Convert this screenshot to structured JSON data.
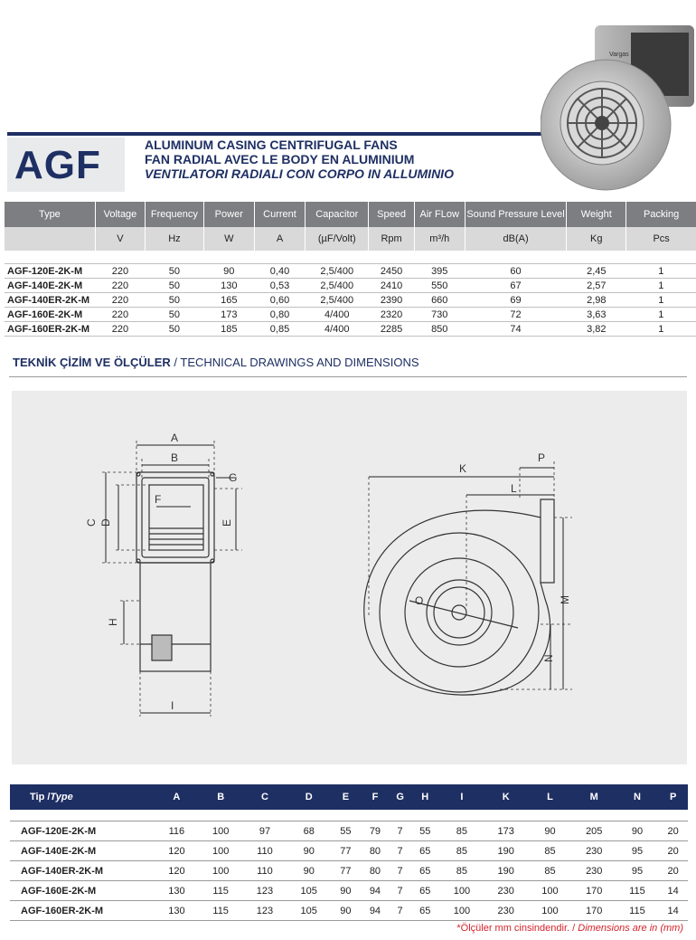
{
  "header": {
    "logo": "AGF",
    "title_tr": "ALUMINUM CASING CENTRIFUGAL FANS",
    "title_fr": "FAN RADIAL AVEC LE BODY EN ALUMINIUM",
    "title_it": "VENTILATORI RADIALI CON CORPO IN ALLUMINIO",
    "photo_brand": "Vargas"
  },
  "spec_table": {
    "headers": [
      "Type",
      "Voltage",
      "Frequency",
      "Power",
      "Current",
      "Capacitor",
      "Speed",
      "Air FLow",
      "Sound Pressure Level",
      "Weight",
      "Packing"
    ],
    "units": [
      "",
      "V",
      "Hz",
      "W",
      "A",
      "(µF/Volt)",
      "Rpm",
      "m³/h",
      "dB(A)",
      "Kg",
      "Pcs"
    ],
    "rows": [
      [
        "AGF-120E-2K-M",
        "220",
        "50",
        "90",
        "0,40",
        "2,5/400",
        "2450",
        "395",
        "60",
        "2,45",
        "1"
      ],
      [
        "AGF-140E-2K-M",
        "220",
        "50",
        "130",
        "0,53",
        "2,5/400",
        "2410",
        "550",
        "67",
        "2,57",
        "1"
      ],
      [
        "AGF-140ER-2K-M",
        "220",
        "50",
        "165",
        "0,60",
        "2,5/400",
        "2390",
        "660",
        "69",
        "2,98",
        "1"
      ],
      [
        "AGF-160E-2K-M",
        "220",
        "50",
        "173",
        "0,80",
        "4/400",
        "2320",
        "730",
        "72",
        "3,63",
        "1"
      ],
      [
        "AGF-160ER-2K-M",
        "220",
        "50",
        "185",
        "0,85",
        "4/400",
        "2285",
        "850",
        "74",
        "3,82",
        "1"
      ]
    ]
  },
  "section": {
    "title_bold": "TEKNİK ÇİZİM VE ÖLÇÜLER",
    "title_rest": " / TECHNICAL DRAWINGS AND DIMENSIONS"
  },
  "drawing_labels": {
    "A": "A",
    "B": "B",
    "C": "C",
    "D": "D",
    "E": "E",
    "F": "F",
    "G": "G",
    "H": "H",
    "I": "I",
    "K": "K",
    "L": "L",
    "M": "M",
    "N": "N",
    "O": "O",
    "P": "P"
  },
  "dims_table": {
    "tip_label": "Tip /",
    "tip_label_it": "Type",
    "headers": [
      "A",
      "B",
      "C",
      "D",
      "E",
      "F",
      "G",
      "H",
      "I",
      "K",
      "L",
      "M",
      "N",
      "P"
    ],
    "rows": [
      [
        "AGF-120E-2K-M",
        "116",
        "100",
        "97",
        "68",
        "55",
        "79",
        "7",
        "55",
        "85",
        "173",
        "90",
        "205",
        "90",
        "20"
      ],
      [
        "AGF-140E-2K-M",
        "120",
        "100",
        "110",
        "90",
        "77",
        "80",
        "7",
        "65",
        "85",
        "190",
        "85",
        "230",
        "95",
        "20"
      ],
      [
        "AGF-140ER-2K-M",
        "120",
        "100",
        "110",
        "90",
        "77",
        "80",
        "7",
        "65",
        "85",
        "190",
        "85",
        "230",
        "95",
        "20"
      ],
      [
        "AGF-160E-2K-M",
        "130",
        "115",
        "123",
        "105",
        "90",
        "94",
        "7",
        "65",
        "100",
        "230",
        "100",
        "170",
        "115",
        "14"
      ],
      [
        "AGF-160ER-2K-M",
        "130",
        "115",
        "123",
        "105",
        "90",
        "94",
        "7",
        "65",
        "100",
        "230",
        "100",
        "170",
        "115",
        "14"
      ]
    ]
  },
  "note": {
    "tr": "*Ölçüler mm cinsindendir. / ",
    "en": "Dimensions are in (mm)"
  },
  "colors": {
    "navy": "#1e2f63",
    "gray_header": "#7d7e82",
    "red_note": "#d4232a"
  }
}
